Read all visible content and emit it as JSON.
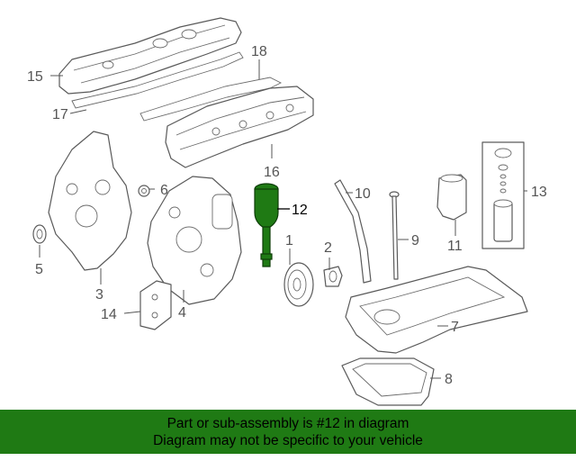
{
  "diagram": {
    "highlighted_part": "12",
    "highlight_color": "#1f7a14",
    "callouts": {
      "c1": "1",
      "c2": "2",
      "c3": "3",
      "c4": "4",
      "c5": "5",
      "c6": "6",
      "c7": "7",
      "c8": "8",
      "c9": "9",
      "c10": "10",
      "c11": "11",
      "c12": "12",
      "c13": "13",
      "c14": "14",
      "c15": "15",
      "c16": "16",
      "c17": "17",
      "c18": "18"
    }
  },
  "banner": {
    "line1": "Part or sub-assembly is #12 in diagram",
    "line2": "Diagram may not be specific to your vehicle",
    "background": "#1f7a14"
  }
}
